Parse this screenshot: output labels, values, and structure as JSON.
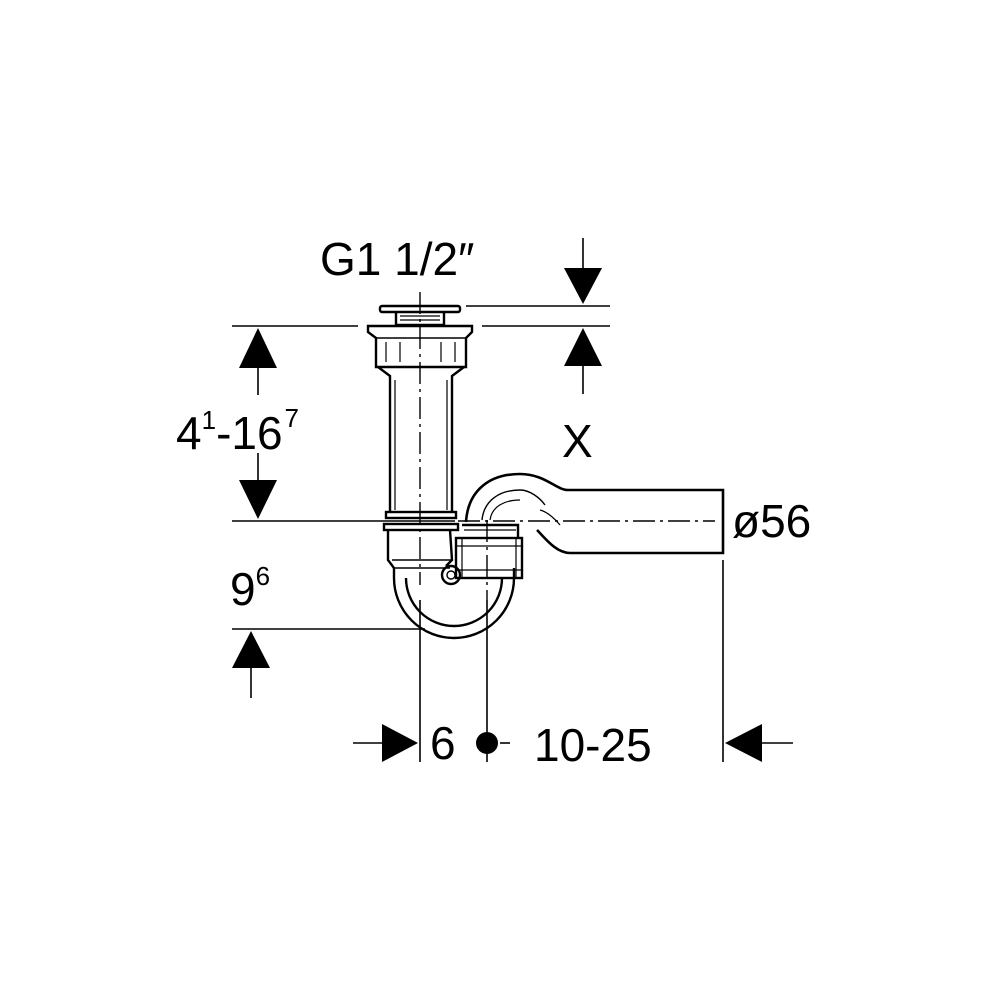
{
  "labels": {
    "thread": "G1 1/2″",
    "height_range_base": "4",
    "height_range_sup1": "1",
    "height_range_mid": "-16",
    "height_range_sup2": "7",
    "x_label": "X",
    "diameter": "ø56",
    "bottom_base": "9",
    "bottom_sup": "6",
    "offset": "6",
    "length_range": "10-25"
  },
  "colors": {
    "line": "#000000",
    "background": "#ffffff"
  }
}
